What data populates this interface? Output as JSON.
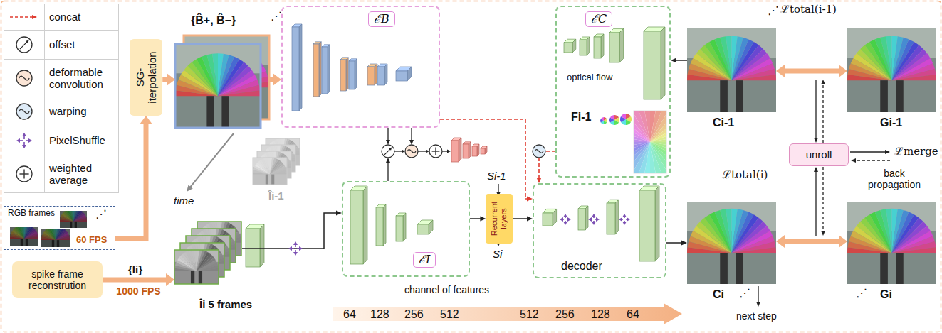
{
  "diagram": {
    "nodes": [
      {
        "text": [
          "SG- iterpolation"
        ]
      },
      {
        "text": [
          "{B̂+, B̂−}"
        ]
      },
      {
        "text": [
          "ℰB"
        ]
      },
      {
        "text": [
          "ℰC",
          "optical flow",
          "Fi-1"
        ]
      },
      {
        "text": [
          "Ci-1"
        ]
      },
      {
        "text": [
          "Gi-1"
        ]
      },
      {
        "text": [
          "Îi-1"
        ]
      },
      {
        "text": [
          "RGB frames",
          "60 FPS"
        ]
      },
      {
        "text": [
          "ℰI"
        ]
      },
      {
        "text": [
          "Recurrent layers"
        ]
      },
      {
        "text": [
          "decoder"
        ]
      },
      {
        "text": [
          "unroll"
        ]
      },
      {
        "text": [
          "spike frame reconstrution"
        ]
      },
      {
        "text": [
          "Îi 5 frames"
        ]
      },
      {
        "text": [
          "channel of features",
          "64",
          "128",
          "256",
          "512",
          "512",
          "256",
          "128",
          "64"
        ]
      },
      {
        "text": [
          "Ci"
        ]
      },
      {
        "text": [
          "Gi"
        ]
      }
    ],
    "edges": [
      {
        "from": 7,
        "to": 0,
        "arrow": "to"
      },
      {
        "from": 0,
        "to": 1,
        "arrow": "to"
      },
      {
        "from": 1,
        "to": 2,
        "arrow": "to"
      },
      {
        "from": 12,
        "to": 13,
        "arrow": "to",
        "label": "1000 FPS"
      },
      {
        "from": 13,
        "to": 8,
        "arrow": "to"
      },
      {
        "from": 2,
        "to": 10,
        "arrow": "to"
      },
      {
        "from": 8,
        "to": 9,
        "arrow": "to"
      },
      {
        "from": 9,
        "to": 10,
        "arrow": "to"
      },
      {
        "from": 3,
        "to": 10,
        "arrow": "to"
      },
      {
        "from": 10,
        "to": 15,
        "arrow": "to"
      },
      {
        "from": 4,
        "to": 3,
        "arrow": "to"
      },
      {
        "from": 4,
        "to": 5,
        "arrow": "both"
      },
      {
        "from": 15,
        "to": 16,
        "arrow": "both"
      }
    ],
    "labels": [
      "⋰",
      "time",
      "{Ii}",
      "Si-1",
      "Si",
      "⋰",
      "ℒtotal(i-1)",
      "ℒtotal(i)",
      "ℒmerge",
      "back propagation",
      "next step",
      "⋰",
      "⋰",
      "⋰"
    ],
    "legend": [
      {
        "text": "concat"
      },
      {
        "text": "offset"
      },
      {
        "text": "deformable convolution"
      },
      {
        "text": "warping"
      },
      {
        "text": "PixelShuffle"
      },
      {
        "text": "weighted average"
      }
    ]
  }
}
